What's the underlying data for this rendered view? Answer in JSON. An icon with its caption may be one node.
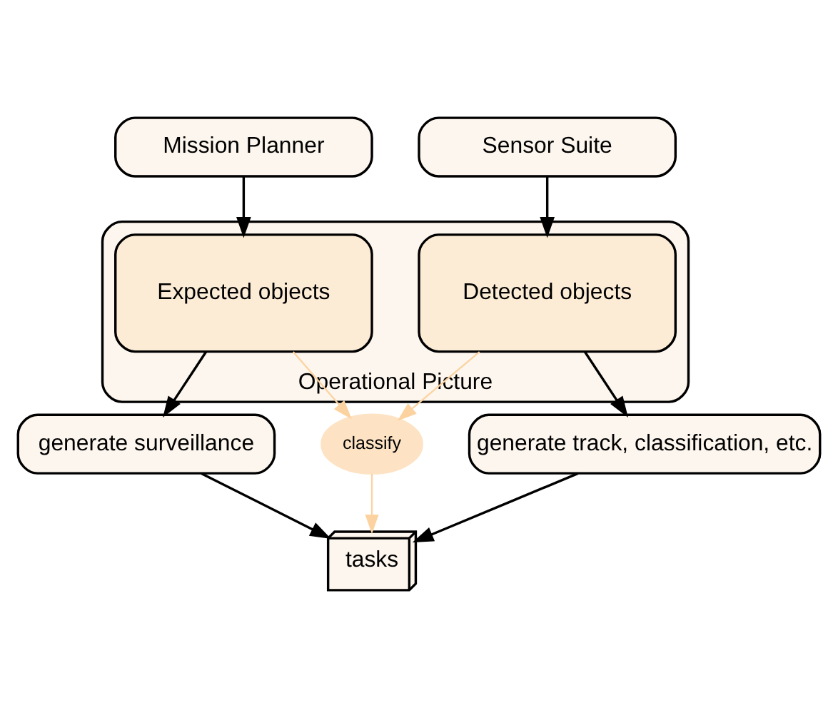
{
  "diagram": {
    "nodes": [
      {
        "text": [
          "Mission Planner"
        ]
      },
      {
        "text": [
          "Sensor Suite"
        ]
      },
      {
        "text": [
          "Operational Picture"
        ]
      },
      {
        "text": [
          "Expected objects"
        ],
        "in": 2
      },
      {
        "text": [
          "Detected objects"
        ],
        "in": 2
      },
      {
        "text": [
          "classify"
        ]
      },
      {
        "text": [
          "generate surveillance"
        ]
      },
      {
        "text": [
          "generate track, classification, etc."
        ]
      },
      {
        "text": [
          "tasks"
        ]
      }
    ],
    "edges": [
      {
        "from": 0,
        "to": 3,
        "arrow": "to"
      },
      {
        "from": 1,
        "to": 4,
        "arrow": "to"
      },
      {
        "from": 3,
        "to": 6,
        "arrow": "to"
      },
      {
        "from": 4,
        "to": 7,
        "arrow": "to"
      },
      {
        "from": 3,
        "to": 5,
        "arrow": "to",
        "color": "#fcd3a0"
      },
      {
        "from": 4,
        "to": 5,
        "arrow": "to",
        "color": "#fcd3a0"
      },
      {
        "from": 5,
        "to": 8,
        "arrow": "to",
        "color": "#fcd3a0"
      },
      {
        "from": 6,
        "to": 8,
        "arrow": "to"
      },
      {
        "from": 7,
        "to": 8,
        "arrow": "to"
      }
    ]
  }
}
